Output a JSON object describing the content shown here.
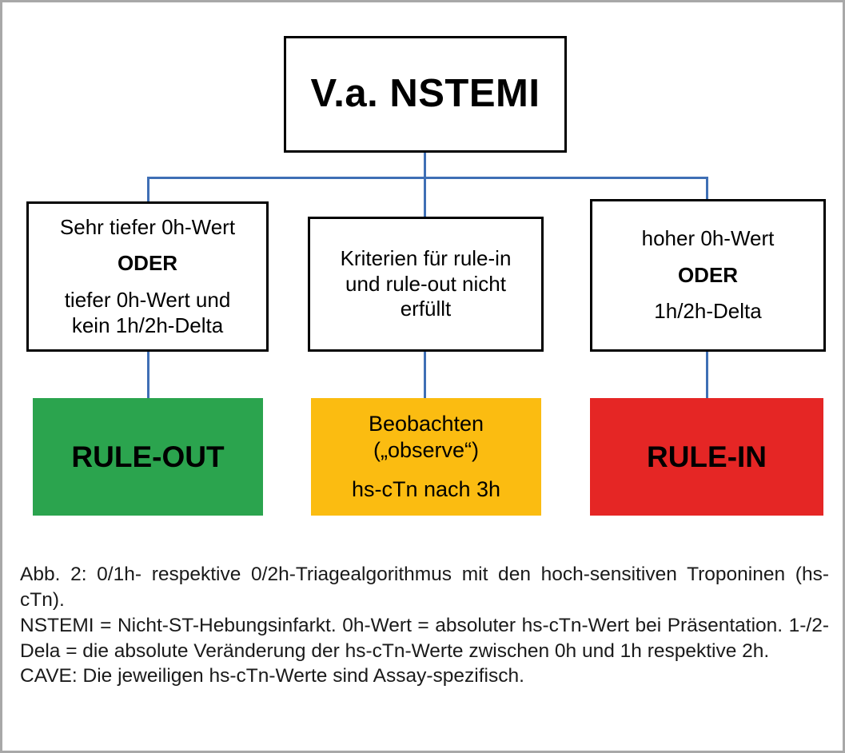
{
  "figure": {
    "title_box": {
      "label": "V.a. NSTEMI"
    },
    "criteria": [
      {
        "id": "left",
        "lines": [
          {
            "text": "Sehr tiefer 0h-Wert",
            "bold": false
          },
          {
            "text": "ODER",
            "bold": true
          },
          {
            "text": "tiefer 0h-Wert und",
            "bold": false
          },
          {
            "text": "kein 1h/2h-Delta",
            "bold": false
          }
        ]
      },
      {
        "id": "middle",
        "lines": [
          {
            "text": "Kriterien für rule-in",
            "bold": false
          },
          {
            "text": "und rule-out nicht",
            "bold": false
          },
          {
            "text": "erfüllt",
            "bold": false
          }
        ]
      },
      {
        "id": "right",
        "lines": [
          {
            "text": "hoher 0h-Wert",
            "bold": false
          },
          {
            "text": "ODER",
            "bold": true
          },
          {
            "text": "1h/2h-Delta",
            "bold": false
          }
        ]
      }
    ],
    "outcomes": [
      {
        "id": "rule-out",
        "color": "#2ba44e",
        "lines": [
          {
            "text": "RULE-OUT",
            "size": "big"
          }
        ]
      },
      {
        "id": "observe",
        "color": "#fbbc11",
        "lines": [
          {
            "text": "Beobachten",
            "size": "normal"
          },
          {
            "text": "(„observe“)",
            "size": "normal"
          },
          {
            "text": "hs-cTn nach 3h",
            "size": "normal"
          }
        ]
      },
      {
        "id": "rule-in",
        "color": "#e52625",
        "lines": [
          {
            "text": "RULE-IN",
            "size": "big"
          }
        ]
      }
    ],
    "connector_color": "#3f6fb5",
    "caption": {
      "paragraph_1": "Abb. 2: 0/1h- respektive 0/2h-Triagealgorithmus mit den hoch-sensitiven Troponinen (hs-cTn).",
      "paragraph_2": "NSTEMI = Nicht-ST-Hebungsinfarkt. 0h-Wert = absoluter hs-cTn-Wert bei Präsentation. 1-/2-Dela = die absolute Veränderung der hs-cTn-Werte zwischen 0h und 1h respektive 2h.",
      "paragraph_3": "CAVE: Die jeweiligen hs-cTn-Werte sind Assay-spezifisch."
    }
  }
}
